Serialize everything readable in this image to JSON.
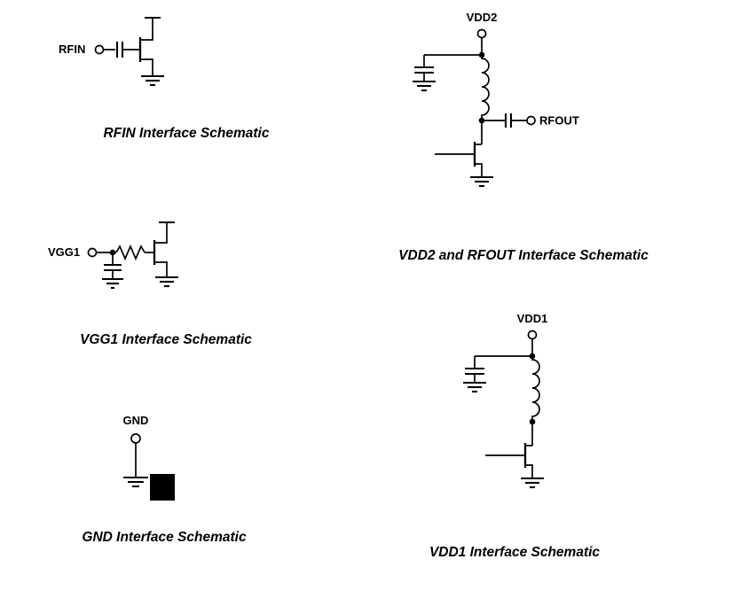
{
  "colors": {
    "ink": "#000000",
    "background": "#ffffff"
  },
  "schematics": {
    "rfin": {
      "terminal_label": "RFIN",
      "caption": "RFIN Interface Schematic"
    },
    "vdd2_rfout": {
      "top_terminal_label": "VDD2",
      "right_terminal_label": "RFOUT",
      "caption": "VDD2 and RFOUT Interface Schematic"
    },
    "vgg1": {
      "terminal_label": "VGG1",
      "caption": "VGG1 Interface Schematic"
    },
    "gnd": {
      "terminal_label": "GND",
      "caption": "GND Interface Schematic"
    },
    "vdd1": {
      "top_terminal_label": "VDD1",
      "caption": "VDD1 Interface Schematic"
    }
  }
}
